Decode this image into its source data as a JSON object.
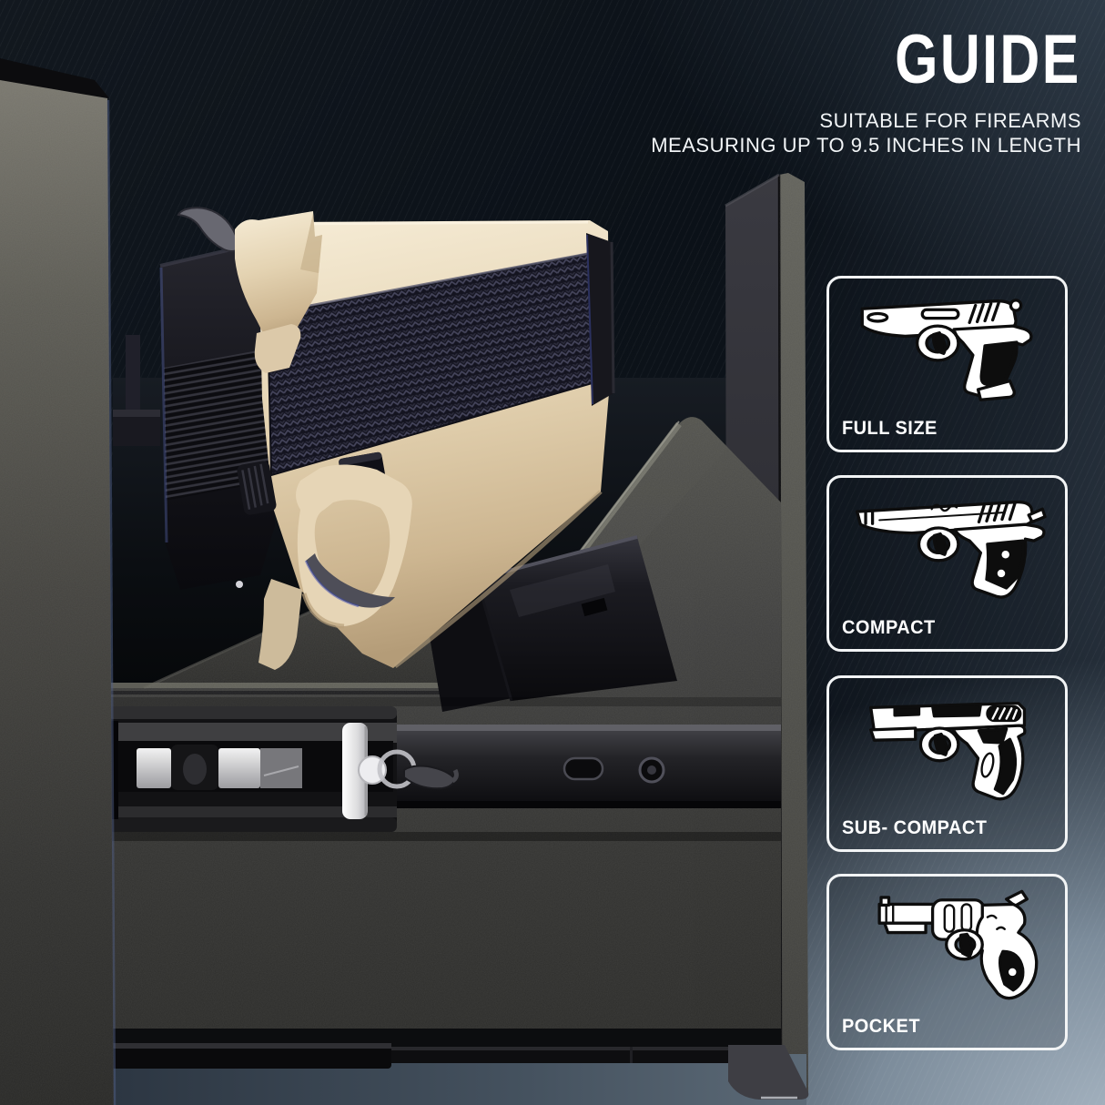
{
  "header": {
    "title": "GUIDE",
    "subtitle_line1": "SUITABLE FOR FIREARMS",
    "subtitle_line2": "MEASURING UP TO 9.5 INCHES IN LENGTH"
  },
  "guide_panels": [
    {
      "label": "FULL SIZE",
      "icon": "full-size-pistol-icon"
    },
    {
      "label": "COMPACT",
      "icon": "compact-pistol-icon"
    },
    {
      "label": "SUB- COMPACT",
      "icon": "sub-compact-pistol-icon"
    },
    {
      "label": "POCKET",
      "icon": "pocket-revolver-icon"
    }
  ],
  "photo": {
    "subject": "Tan pistol mounted inside an open black quick-access safe drawer with ball-bearing slide rail and spare magazine"
  },
  "colors": {
    "text": "#ffffff",
    "panel_border": "#f2f4f5",
    "background_dark": "#0d141c",
    "background_light": "#8b9aa9",
    "pistol_tan": "#e2d0b0",
    "safe_gray": "#3d3d3a"
  }
}
